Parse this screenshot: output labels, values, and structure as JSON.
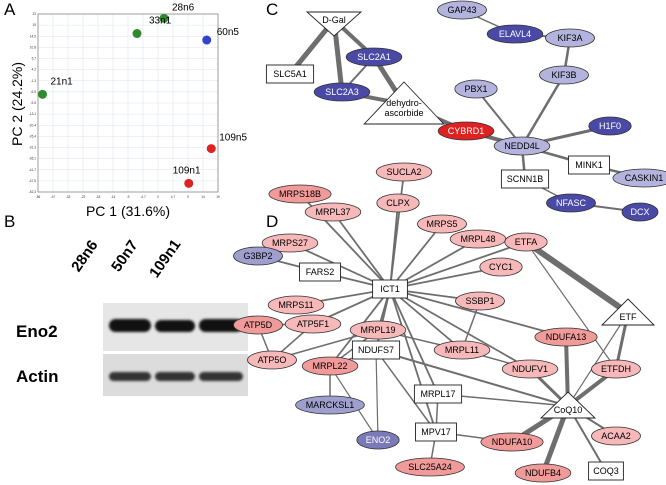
{
  "panels": {
    "a": "A",
    "b": "B",
    "c": "C",
    "d": "D"
  },
  "chart_data": {
    "type": "scatter",
    "xlabel": "PC 1 (31.6%)",
    "ylabel": "PC 2 (24.2%)",
    "xlim": [
      -58,
      22
    ],
    "ylim": [
      -56,
      26
    ],
    "xticks": [
      "-56",
      "-47",
      "-33",
      "-23",
      "-18",
      "-14",
      "-9",
      "-4.7",
      "0",
      "4.7",
      "9",
      "14",
      "19"
    ],
    "yticks": [
      "23",
      "19",
      "14.5",
      "10.8",
      "6.7",
      "4.2",
      "-1.3",
      "-6.9",
      "-9.6",
      "-13.1",
      "-20.4",
      "-26.4",
      "-31.3",
      "-36.1",
      "-41.7",
      "-47.5",
      "-52.3"
    ],
    "points": [
      {
        "label": "28n6",
        "x": -2,
        "y": 24,
        "color": "#2e8b2e"
      },
      {
        "label": "33n1",
        "x": -14,
        "y": 17,
        "color": "#2e8b2e"
      },
      {
        "label": "60n5",
        "x": 17,
        "y": 14,
        "color": "#3344cc"
      },
      {
        "label": "21n1",
        "x": -56,
        "y": -11,
        "color": "#2e8b2e"
      },
      {
        "label": "109n5",
        "x": 19,
        "y": -36,
        "color": "#dd2222"
      },
      {
        "label": "109n1",
        "x": 9,
        "y": -52,
        "color": "#dd2222"
      }
    ]
  },
  "blot": {
    "samples": [
      "28n6",
      "50n7",
      "109n1"
    ],
    "rows": [
      "Eno2",
      "Actin"
    ]
  },
  "network_c": {
    "nodes": [
      {
        "id": "D-Gal",
        "shape": "tri",
        "color": "#ffffff"
      },
      {
        "id": "SLC5A1",
        "shape": "rect",
        "color": "#ffffff"
      },
      {
        "id": "SLC2A1",
        "shape": "ell",
        "color": "#4a4aa6"
      },
      {
        "id": "SLC2A3",
        "shape": "ell",
        "color": "#4a4aa6"
      },
      {
        "id": "dehydro-\nascorbide",
        "shape": "tri",
        "color": "#ffffff"
      },
      {
        "id": "CYBRD1",
        "shape": "ell",
        "color": "#dd2222"
      },
      {
        "id": "GAP43",
        "shape": "ell",
        "color": "#b3b3dd"
      },
      {
        "id": "ELAVL4",
        "shape": "ell",
        "color": "#4a4aa6"
      },
      {
        "id": "KIF3A",
        "shape": "ell",
        "color": "#b3b3dd"
      },
      {
        "id": "KIF3B",
        "shape": "ell",
        "color": "#b3b3dd"
      },
      {
        "id": "PBX1",
        "shape": "ell",
        "color": "#b3b3dd"
      },
      {
        "id": "H1F0",
        "shape": "ell",
        "color": "#4a4aa6"
      },
      {
        "id": "NEDD4L",
        "shape": "ell",
        "color": "#b3b3dd"
      },
      {
        "id": "MINK1",
        "shape": "rect",
        "color": "#ffffff"
      },
      {
        "id": "CASKIN1",
        "shape": "ell",
        "color": "#b3b3dd"
      },
      {
        "id": "SCNN1B",
        "shape": "rect",
        "color": "#ffffff"
      },
      {
        "id": "NFASC",
        "shape": "ell",
        "color": "#4a4aa6"
      },
      {
        "id": "DCX",
        "shape": "ell",
        "color": "#4a4aa6"
      }
    ]
  },
  "network_d": {
    "nodes": [
      {
        "id": "SUCLA2",
        "shape": "ell",
        "color": "#f6b8b8"
      },
      {
        "id": "MRPS18B",
        "shape": "ell",
        "color": "#f09a9a"
      },
      {
        "id": "MRPL37",
        "shape": "ell",
        "color": "#f6b8b8"
      },
      {
        "id": "CLPX",
        "shape": "ell",
        "color": "#f6b8b8"
      },
      {
        "id": "MRPS5",
        "shape": "ell",
        "color": "#f6b8b8"
      },
      {
        "id": "MRPL48",
        "shape": "ell",
        "color": "#f6b8b8"
      },
      {
        "id": "MRPS27",
        "shape": "ell",
        "color": "#f6b8b8"
      },
      {
        "id": "ETFA",
        "shape": "ell",
        "color": "#f6b8b8"
      },
      {
        "id": "G3BP2",
        "shape": "ell",
        "color": "#9f9fcf"
      },
      {
        "id": "FARS2",
        "shape": "rect",
        "color": "#ffffff"
      },
      {
        "id": "CYC1",
        "shape": "ell",
        "color": "#f6b8b8"
      },
      {
        "id": "ICT1",
        "shape": "rect",
        "color": "#ffffff"
      },
      {
        "id": "MRPS11",
        "shape": "ell",
        "color": "#f6b8b8"
      },
      {
        "id": "SSBP1",
        "shape": "ell",
        "color": "#f6b8b8"
      },
      {
        "id": "ATP5D",
        "shape": "ell",
        "color": "#f09a9a"
      },
      {
        "id": "ATP5F1",
        "shape": "ell",
        "color": "#f6b8b8"
      },
      {
        "id": "ETF",
        "shape": "tri",
        "color": "#ffffff"
      },
      {
        "id": "MRPL19",
        "shape": "ell",
        "color": "#f6b8b8"
      },
      {
        "id": "NDUFA13",
        "shape": "ell",
        "color": "#f09a9a"
      },
      {
        "id": "ATP5O",
        "shape": "ell",
        "color": "#f6b8b8"
      },
      {
        "id": "NDUFS7",
        "shape": "rect",
        "color": "#ffffff"
      },
      {
        "id": "MRPL11",
        "shape": "ell",
        "color": "#f6b8b8"
      },
      {
        "id": "MRPL22",
        "shape": "ell",
        "color": "#f09a9a"
      },
      {
        "id": "NDUFV1",
        "shape": "ell",
        "color": "#f6b8b8"
      },
      {
        "id": "ETFDH",
        "shape": "ell",
        "color": "#f6b8b8"
      },
      {
        "id": "MRPL17",
        "shape": "rect",
        "color": "#ffffff"
      },
      {
        "id": "MARCKSL1",
        "shape": "ell",
        "color": "#9f9fcf"
      },
      {
        "id": "CoQ10",
        "shape": "tri",
        "color": "#ffffff"
      },
      {
        "id": "ENO2",
        "shape": "ell",
        "color": "#7a7ab8"
      },
      {
        "id": "MPV17",
        "shape": "rect",
        "color": "#ffffff"
      },
      {
        "id": "NDUFA10",
        "shape": "ell",
        "color": "#f09a9a"
      },
      {
        "id": "ACAA2",
        "shape": "ell",
        "color": "#f6b8b8"
      },
      {
        "id": "SLC25A24",
        "shape": "ell",
        "color": "#f09a9a"
      },
      {
        "id": "NDUFB4",
        "shape": "ell",
        "color": "#f09a9a"
      },
      {
        "id": "COQ3",
        "shape": "rect",
        "color": "#ffffff"
      }
    ]
  }
}
